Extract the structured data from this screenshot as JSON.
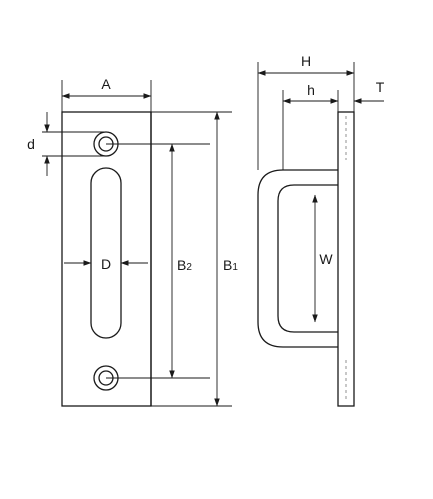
{
  "labels": {
    "A": "A",
    "d": "d",
    "D": "D",
    "B2_main": "B",
    "B2_sub": "2",
    "B1_main": "B",
    "B1_sub": "1",
    "H": "H",
    "h": "h",
    "T": "T",
    "W": "W"
  },
  "colors": {
    "line": "#1a1a1a",
    "background": "#ffffff"
  }
}
